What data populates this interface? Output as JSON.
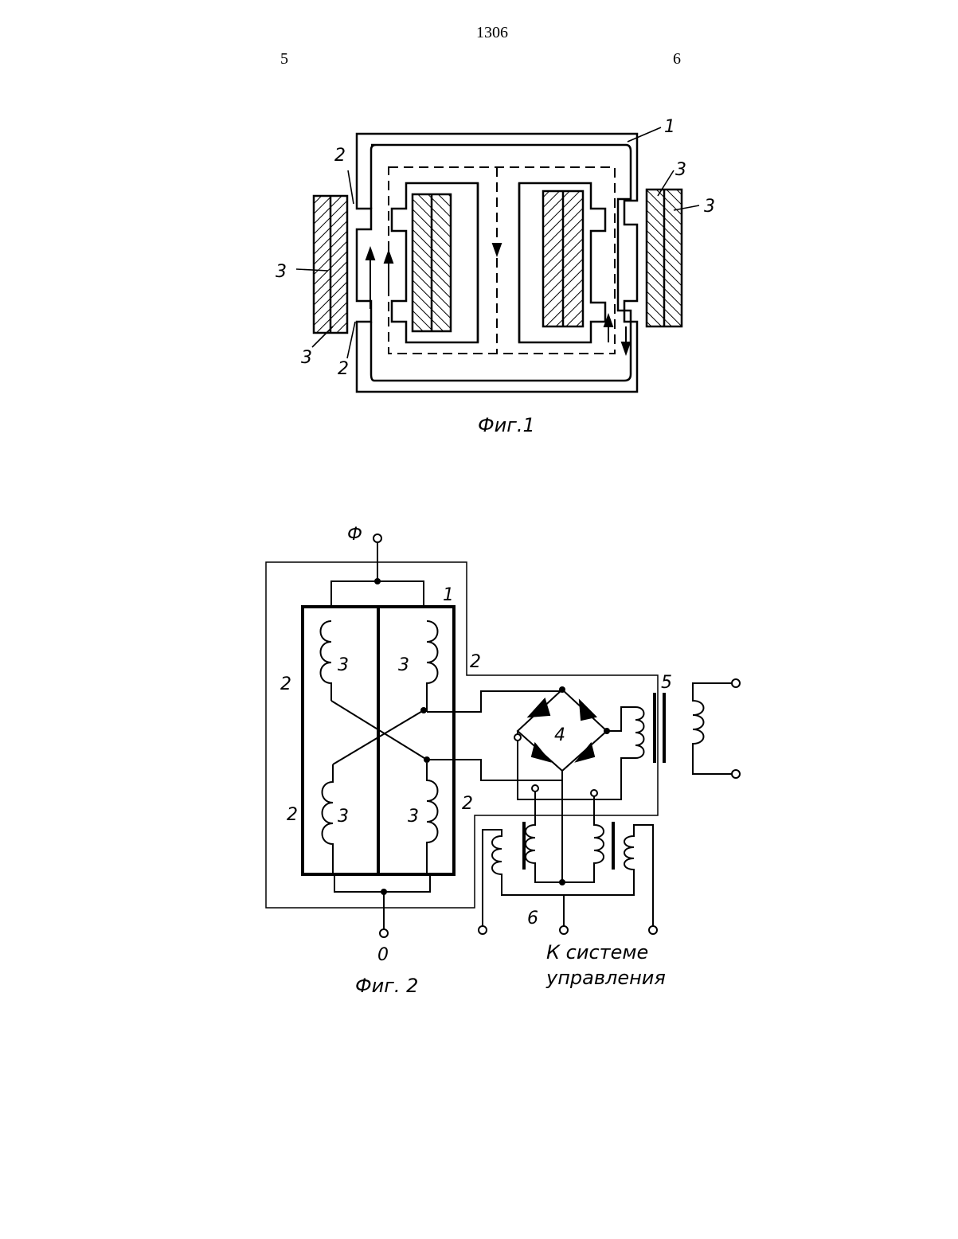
{
  "header": {
    "page_number": "1306",
    "left_column": "5",
    "right_column": "6"
  },
  "fig1": {
    "caption": "Фиг.1",
    "labels": {
      "core": "1",
      "gap": "2",
      "winding": "3"
    }
  },
  "fig2": {
    "caption": "Фиг. 2",
    "terminal_phase": "Ф",
    "terminal_zero": "0",
    "coil": "3",
    "core": "1",
    "gap": "2",
    "bridge": "4",
    "transformer5": "5",
    "transformer6": "6",
    "control_line1": "К системе",
    "control_line2": "управления"
  }
}
